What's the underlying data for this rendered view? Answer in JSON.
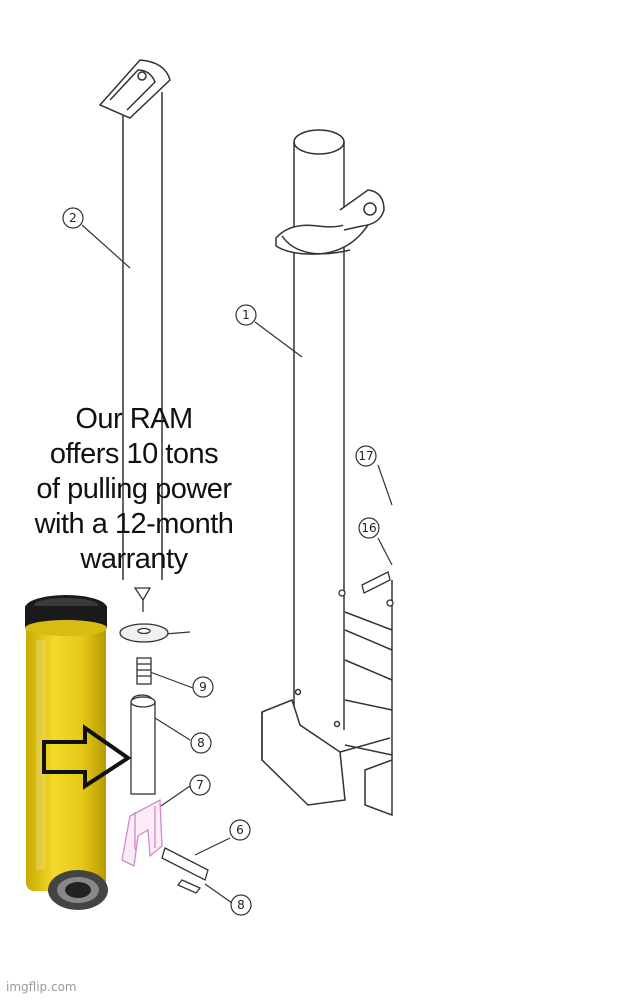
{
  "caption": {
    "lines": [
      "Our RAM",
      "offers 10 tons",
      "of pulling power",
      "with a 12-month",
      "warranty"
    ]
  },
  "callouts": [
    "2",
    "1",
    "17",
    "16",
    "9",
    "8",
    "7",
    "6",
    "8"
  ],
  "watermark": "imgflip.com",
  "colors": {
    "ram_body": "#e8cc1a",
    "ram_cap": "#1a1a1a",
    "arrow": "#111111",
    "bracket": "#d08bc8",
    "line_art": "#333333"
  }
}
